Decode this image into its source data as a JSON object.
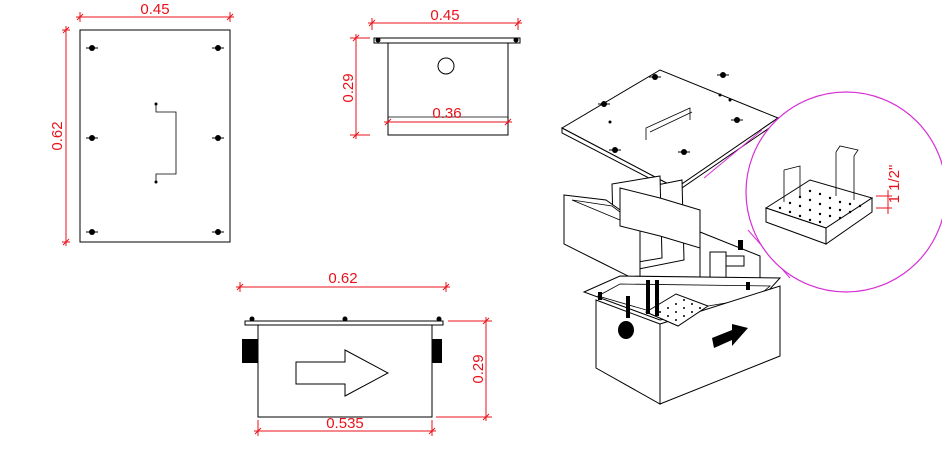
{
  "top_view": {
    "width_label": "0.45",
    "height_label": "0.62"
  },
  "side_view": {
    "width_top_label": "0.45",
    "height_label": "0.29",
    "width_inner_label": "0.36"
  },
  "front_view": {
    "width_top_label": "0.62",
    "width_bottom_label": "0.535",
    "height_label": "0.29"
  },
  "detail": {
    "size_label": "1 1/2\""
  },
  "colors": {
    "dimension": "#e8121a",
    "detail_circle": "#d62fd6",
    "line": "#000000"
  }
}
